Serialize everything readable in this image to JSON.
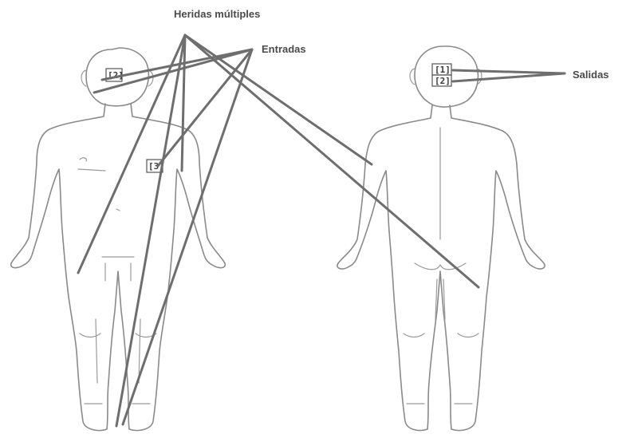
{
  "labels": {
    "multiple_wounds": "Heridas múltiples",
    "entries": "Entradas",
    "exits": "Salidas"
  },
  "markers": {
    "front_head": "[2]",
    "front_chest": "[3]",
    "back_head_1": "[1]",
    "back_head_2": "[2]"
  }
}
